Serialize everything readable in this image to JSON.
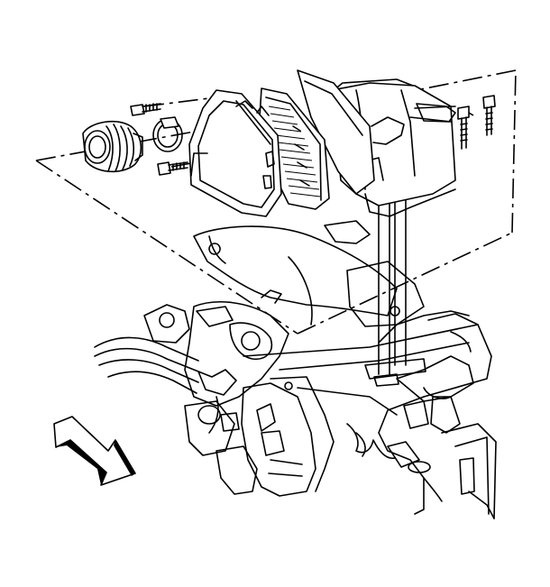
{
  "diagram": {
    "colors": {
      "ink": "#000000",
      "paper": "#ffffff"
    },
    "parts": [
      {
        "name": "air-intake-duct",
        "icon": "duct-icon"
      },
      {
        "name": "duct-clamp",
        "icon": "clamp-icon"
      },
      {
        "name": "housing-screw-upper",
        "icon": "screw-icon"
      },
      {
        "name": "housing-screw-lower",
        "icon": "screw-icon"
      },
      {
        "name": "air-cleaner-cover",
        "icon": "cover-icon"
      },
      {
        "name": "air-filter-element",
        "icon": "filter-icon"
      },
      {
        "name": "air-cleaner-housing",
        "icon": "housing-icon"
      },
      {
        "name": "mounting-bolts",
        "icon": "bolt-icon"
      },
      {
        "name": "engine-assembly",
        "icon": "engine-icon"
      },
      {
        "name": "radiator-support",
        "icon": "frame-icon"
      },
      {
        "name": "vehicle-front-arrow",
        "icon": "arrow-icon"
      }
    ]
  }
}
